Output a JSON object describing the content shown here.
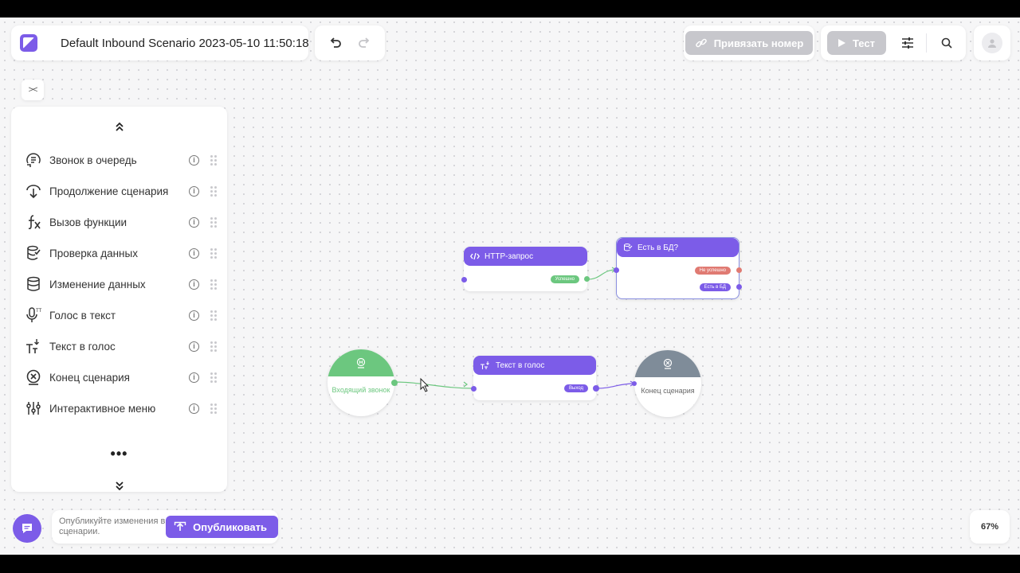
{
  "header": {
    "scenario_title": "Default Inbound Scenario 2023-05-10 11:50:18",
    "bind_number_label": "Привязать номер",
    "test_label": "Тест"
  },
  "palette": {
    "items": [
      {
        "label": "Звонок в очередь",
        "icon": "queue-call-icon"
      },
      {
        "label": "Продолжение сценария",
        "icon": "scenario-continue-icon"
      },
      {
        "label": "Вызов функции",
        "icon": "function-icon"
      },
      {
        "label": "Проверка данных",
        "icon": "data-check-icon"
      },
      {
        "label": "Изменение данных",
        "icon": "data-edit-icon"
      },
      {
        "label": "Голос в текст",
        "icon": "speech-to-text-icon"
      },
      {
        "label": "Текст в голос",
        "icon": "text-to-speech-icon"
      },
      {
        "label": "Конец сценария",
        "icon": "scenario-end-icon"
      },
      {
        "label": "Интерактивное меню",
        "icon": "interactive-menu-icon"
      }
    ],
    "more": "•••"
  },
  "footer": {
    "publish_hint": "Опубликуйте изменения в сценарии.",
    "publish_label": "Опубликовать",
    "zoom": "67%"
  },
  "canvas": {
    "http_node": {
      "title": "HTTP-запрос",
      "success_tag": "Успешно"
    },
    "db_node": {
      "title": "Есть в БД?",
      "fail_tag": "Не успешно",
      "found_tag": "Есть в БД"
    },
    "tts_node": {
      "title": "Текст в голос",
      "exit_tag": "Выход"
    },
    "incoming_node": {
      "label": "Входящий звонок"
    },
    "end_node": {
      "label": "Конец сценария"
    }
  },
  "colors": {
    "accent": "#7c5ce8",
    "success": "#6cc77f",
    "error": "#e07a72",
    "end_grey": "#7f8c99"
  }
}
